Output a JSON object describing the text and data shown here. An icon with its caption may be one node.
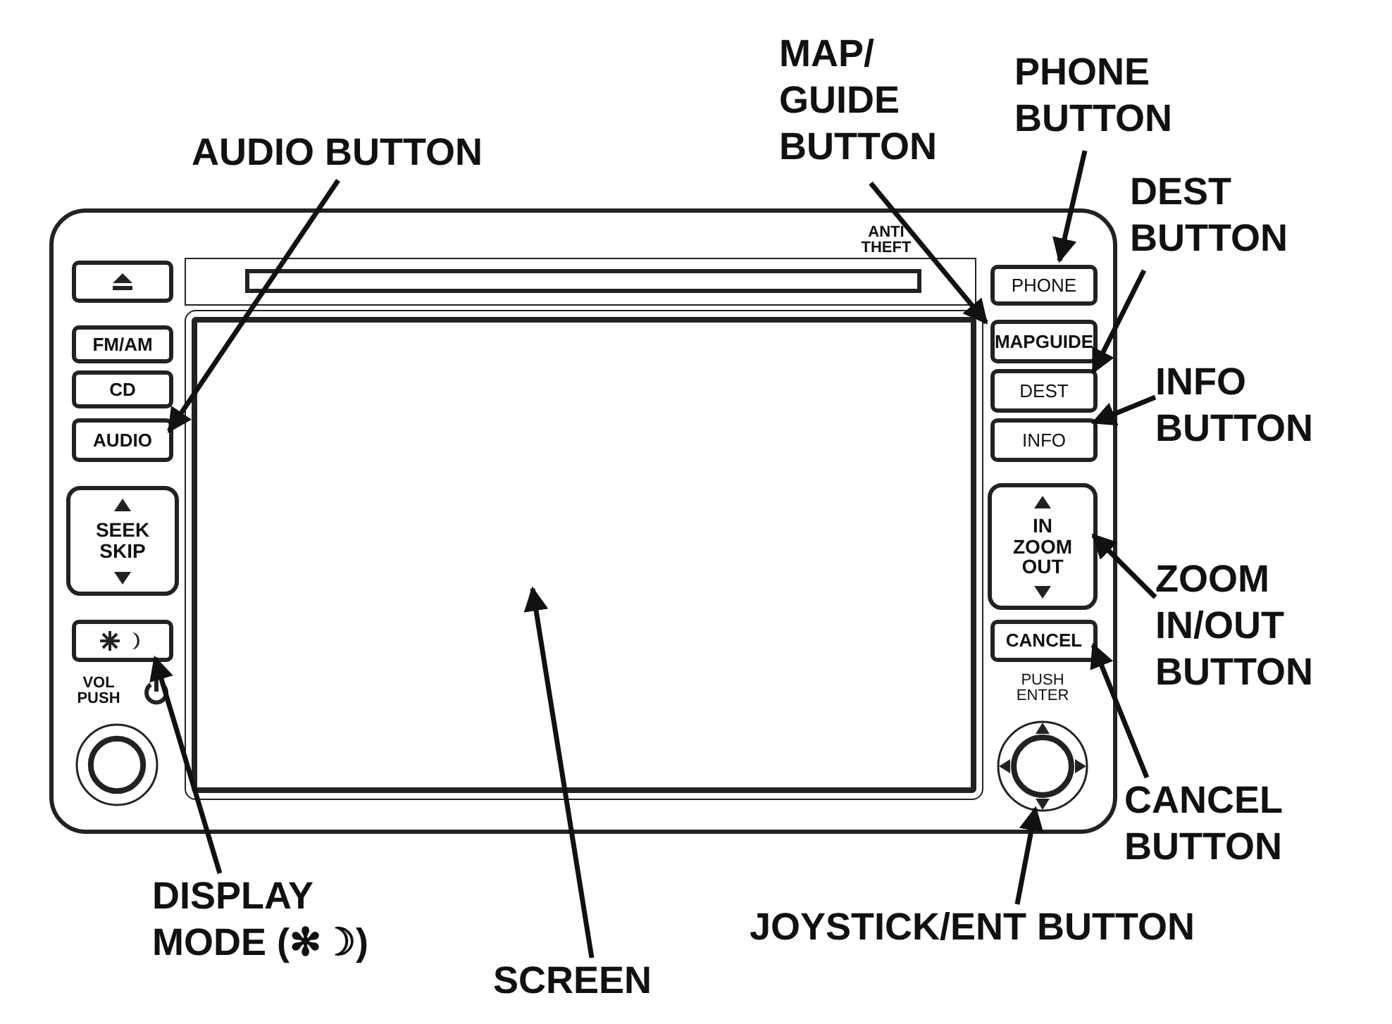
{
  "diagram": {
    "nodes": [
      {
        "text": [],
        "shape": "box"
      },
      {
        "text": [],
        "shape": "box",
        "in": 0
      },
      {
        "text": [
          "FM/AM"
        ],
        "in": 0
      },
      {
        "text": [
          "CD"
        ],
        "in": 0
      },
      {
        "text": [
          "AUDIO"
        ],
        "in": 0
      },
      {
        "text": [
          "SEEK SKIP"
        ],
        "in": 0
      },
      {
        "text": [],
        "shape": "box",
        "in": 0
      },
      {
        "text": [],
        "shape": "circle",
        "in": 0
      },
      {
        "text": [],
        "shape": "box",
        "in": 0
      },
      {
        "text": [
          "PHONE"
        ],
        "in": 0
      },
      {
        "text": [
          "MAPGUIDE"
        ],
        "in": 0
      },
      {
        "text": [
          "DEST"
        ],
        "in": 0
      },
      {
        "text": [
          "INFO"
        ],
        "in": 0
      },
      {
        "text": [
          "IN ZOOM OUT"
        ],
        "in": 0
      },
      {
        "text": [
          "CANCEL"
        ],
        "in": 0
      },
      {
        "text": [],
        "shape": "circle",
        "in": 0
      },
      {
        "text": [
          "AUDIO BUTTON"
        ]
      },
      {
        "text": [
          "MAP/ GUIDE BUTTON"
        ]
      },
      {
        "text": [
          "PHONE BUTTON"
        ]
      },
      {
        "text": [
          "DEST BUTTON"
        ]
      },
      {
        "text": [
          "INFO BUTTON"
        ]
      },
      {
        "text": [
          "ZOOM IN/OUT BUTTON"
        ]
      },
      {
        "text": [
          "CANCEL BUTTON"
        ]
      },
      {
        "text": [
          "JOYSTICK/ENT BUTTON"
        ]
      },
      {
        "text": [
          "SCREEN"
        ]
      },
      {
        "text": [
          "DISPLAY MODE (✻☽)"
        ]
      }
    ],
    "edges": [
      {
        "from": 16,
        "to": 4,
        "arrow": "to"
      },
      {
        "from": 17,
        "to": 10,
        "arrow": "to"
      },
      {
        "from": 18,
        "to": 9,
        "arrow": "to"
      },
      {
        "from": 19,
        "to": 11,
        "arrow": "to"
      },
      {
        "from": 20,
        "to": 12,
        "arrow": "to"
      },
      {
        "from": 21,
        "to": 13,
        "arrow": "to"
      },
      {
        "from": 22,
        "to": 14,
        "arrow": "to"
      },
      {
        "from": 23,
        "to": 15,
        "arrow": "to"
      },
      {
        "from": 24,
        "to": 8,
        "arrow": "to"
      },
      {
        "from": 25,
        "to": 6,
        "arrow": "to"
      }
    ],
    "labels": [
      "ANTI THEFT",
      "VOL PUSH",
      "PUSH ENTER"
    ]
  }
}
